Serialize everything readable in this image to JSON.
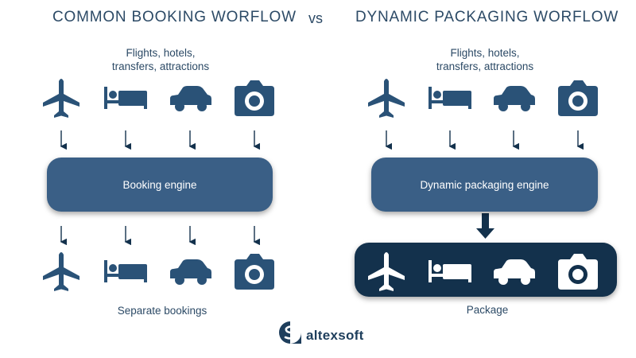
{
  "left": {
    "heading": "COMMON BOOKING WORFLOW",
    "caption_line1": "Flights, hotels,",
    "caption_line2": "transfers, attractions",
    "engine_label": "Booking engine",
    "result_label": "Separate bookings"
  },
  "vs": "vs",
  "right": {
    "heading": "DYNAMIC PACKAGING WORFLOW",
    "caption_line1": "Flights, hotels,",
    "caption_line2": "transfers, attractions",
    "engine_label": "Dynamic packaging engine",
    "result_label": "Package"
  },
  "icons": [
    "plane-icon",
    "bed-icon",
    "car-icon",
    "camera-icon"
  ],
  "logo": {
    "text": "altexsoft"
  },
  "colors": {
    "icon": "#2a5277",
    "engine": "#3a5f86",
    "package": "#13314c",
    "text": "#2c4a66",
    "arrow": "#13314c"
  }
}
